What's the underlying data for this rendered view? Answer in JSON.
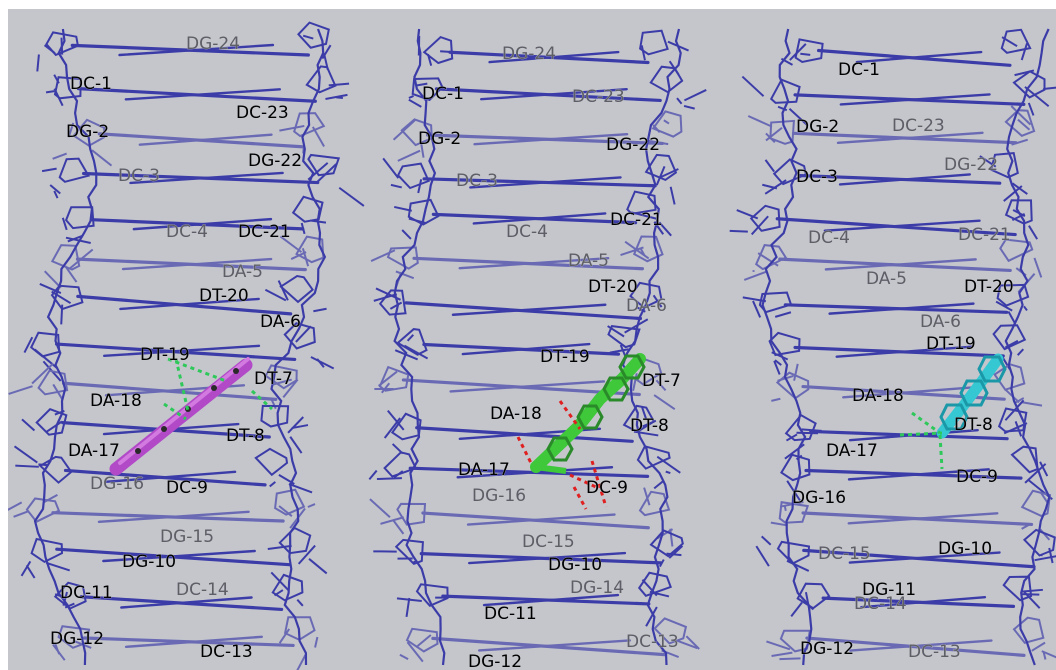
{
  "panels": [
    {
      "ligand_color": "#b24ac8",
      "labels": [
        {
          "text": "DC-1",
          "tone": "dark"
        },
        {
          "text": "DG-24",
          "tone": "faint"
        },
        {
          "text": "DG-2",
          "tone": "dark"
        },
        {
          "text": "DC-23",
          "tone": "dark"
        },
        {
          "text": "DC-3",
          "tone": "faint"
        },
        {
          "text": "DG-22",
          "tone": "dark"
        },
        {
          "text": "DC-4",
          "tone": "faint"
        },
        {
          "text": "DC-21",
          "tone": "dark"
        },
        {
          "text": "DA-5",
          "tone": "faint"
        },
        {
          "text": "DT-20",
          "tone": "dark"
        },
        {
          "text": "DA-6",
          "tone": "dark"
        },
        {
          "text": "DT-19",
          "tone": "dark"
        },
        {
          "text": "DT-7",
          "tone": "dark"
        },
        {
          "text": "DA-18",
          "tone": "dark"
        },
        {
          "text": "DT-8",
          "tone": "dark"
        },
        {
          "text": "DA-17",
          "tone": "dark"
        },
        {
          "text": "DG-16",
          "tone": "faint"
        },
        {
          "text": "DC-9",
          "tone": "dark"
        },
        {
          "text": "DG-15",
          "tone": "faint"
        },
        {
          "text": "DG-10",
          "tone": "dark"
        },
        {
          "text": "DC-11",
          "tone": "dark"
        },
        {
          "text": "DC-14",
          "tone": "faint"
        },
        {
          "text": "DG-12",
          "tone": "dark"
        },
        {
          "text": "DC-13",
          "tone": "dark"
        }
      ]
    },
    {
      "ligand_color": "#3ec83a",
      "labels": [
        {
          "text": "DG-24",
          "tone": "faint"
        },
        {
          "text": "DC-1",
          "tone": "dark"
        },
        {
          "text": "DC-23",
          "tone": "faint"
        },
        {
          "text": "DG-2",
          "tone": "dark"
        },
        {
          "text": "DG-22",
          "tone": "dark"
        },
        {
          "text": "DC-3",
          "tone": "faint"
        },
        {
          "text": "DC-21",
          "tone": "dark"
        },
        {
          "text": "DC-4",
          "tone": "faint"
        },
        {
          "text": "DA-5",
          "tone": "faint"
        },
        {
          "text": "DT-20",
          "tone": "dark"
        },
        {
          "text": "DA-6",
          "tone": "faint"
        },
        {
          "text": "DT-19",
          "tone": "dark"
        },
        {
          "text": "DT-7",
          "tone": "dark"
        },
        {
          "text": "DA-18",
          "tone": "dark"
        },
        {
          "text": "DT-8",
          "tone": "dark"
        },
        {
          "text": "DA-17",
          "tone": "dark"
        },
        {
          "text": "DG-16",
          "tone": "faint"
        },
        {
          "text": "DC-9",
          "tone": "dark"
        },
        {
          "text": "DC-15",
          "tone": "faint"
        },
        {
          "text": "DG-10",
          "tone": "dark"
        },
        {
          "text": "DG-14",
          "tone": "faint"
        },
        {
          "text": "DC-11",
          "tone": "dark"
        },
        {
          "text": "DC-13",
          "tone": "faint"
        },
        {
          "text": "DG-12",
          "tone": "dark"
        }
      ]
    },
    {
      "ligand_color": "#36c8d2",
      "labels": [
        {
          "text": "DC-1",
          "tone": "dark"
        },
        {
          "text": "DG-2",
          "tone": "dark"
        },
        {
          "text": "DC-23",
          "tone": "faint"
        },
        {
          "text": "DC-3",
          "tone": "dark"
        },
        {
          "text": "DG-22",
          "tone": "faint"
        },
        {
          "text": "DC-4",
          "tone": "faint"
        },
        {
          "text": "DC-21",
          "tone": "faint"
        },
        {
          "text": "DA-5",
          "tone": "faint"
        },
        {
          "text": "DT-20",
          "tone": "dark"
        },
        {
          "text": "DA-6",
          "tone": "faint"
        },
        {
          "text": "DT-19",
          "tone": "dark"
        },
        {
          "text": "DA-18",
          "tone": "dark"
        },
        {
          "text": "DT-8",
          "tone": "dark"
        },
        {
          "text": "DA-17",
          "tone": "dark"
        },
        {
          "text": "DC-9",
          "tone": "dark"
        },
        {
          "text": "DG-16",
          "tone": "dark"
        },
        {
          "text": "DC-15",
          "tone": "faint"
        },
        {
          "text": "DG-10",
          "tone": "dark"
        },
        {
          "text": "DG-11",
          "tone": "dark"
        },
        {
          "text": "DC-14",
          "tone": "faint"
        },
        {
          "text": "DG-12",
          "tone": "dark"
        },
        {
          "text": "DC-13",
          "tone": "faint"
        }
      ]
    }
  ],
  "colors": {
    "background": "#c4c6cc",
    "backbone": "#3c3ca8",
    "backbone_back": "#6a6ab4",
    "hbond_green": "#2ec85a",
    "hbond_red": "#e02020"
  }
}
